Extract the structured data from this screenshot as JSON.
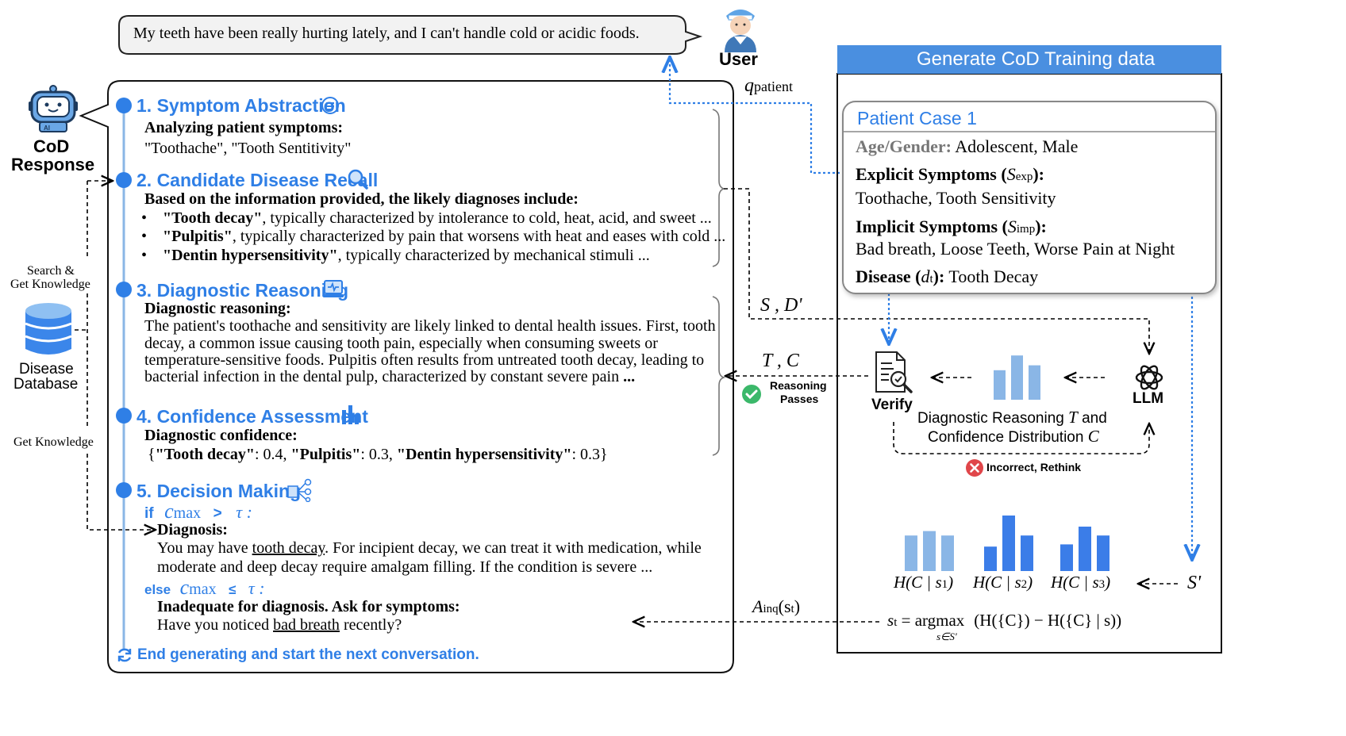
{
  "user": {
    "query": "My teeth have been really hurting lately, and I can't handle cold or acidic foods.",
    "label": "User",
    "q_label": "q",
    "q_sub": "patient"
  },
  "cod": {
    "label_line1": "CoD",
    "label_line2": "Response"
  },
  "database": {
    "search_label_1": "Search &",
    "search_label_2": "Get Knowledge",
    "label_line1": "Disease",
    "label_line2": "Database",
    "get_knowledge": "Get Knowledge"
  },
  "steps": {
    "s1": {
      "title": "1. Symptom Abstraction",
      "heading": "Analyzing patient symptoms:",
      "body": "\"Toothache\", \"Tooth Sentitivity\""
    },
    "s2": {
      "title": "2. Candidate Disease Recall",
      "heading": "Based on the information provided, the likely diagnoses include:",
      "items": [
        {
          "name": "\"Tooth decay\"",
          "text": ", typically characterized by intolerance to cold, heat, acid, and sweet ..."
        },
        {
          "name": "\"Pulpitis\"",
          "text": ", typically characterized by pain that worsens with heat and eases with cold ..."
        },
        {
          "name": "\"Dentin hypersensitivity\"",
          "text": ", typically characterized by mechanical stimuli ..."
        }
      ]
    },
    "s3": {
      "title": "3. Diagnostic Reasoning",
      "heading": "Diagnostic reasoning:",
      "lines": [
        "The patient's toothache and sensitivity are likely linked to dental health issues. First, tooth",
        "decay, a common issue causing tooth pain, especially when consuming sweets or",
        "temperature-sensitive foods. Pulpitis often results from untreated tooth decay, leading to",
        "bacterial infection in the dental pulp, characterized by constant severe pain"
      ],
      "ellipsis": "..."
    },
    "s4": {
      "title": "4. Confidence Assessment",
      "heading": "Diagnostic confidence:",
      "open": "{",
      "k1": "\"Tooth decay\"",
      "v1": ": 0.4, ",
      "k2": "\"Pulpitis\"",
      "v2": ": 0.3, ",
      "k3": "\"Dentin hypersensitivity\"",
      "v3": ": 0.3}"
    },
    "s5": {
      "title": "5. Decision Making",
      "if_kw": "if",
      "else_kw": "else",
      "c": "c",
      "c_sub": "max",
      "gt": ">",
      "le": "≤",
      "tau": "τ :",
      "diag_heading": "Diagnosis:",
      "diag_l1_a": "You may have ",
      "diag_l1_u": "tooth decay",
      "diag_l1_b": ". For incipient decay, we can treat it with medication, while",
      "diag_l2": "moderate and deep decay require amalgam filling. If the condition is severe ...",
      "inad_heading": "Inadequate for diagnosis. Ask for symptoms:",
      "ask_a": "Have you noticed ",
      "ask_u": "bad breath",
      "ask_b": " recently?"
    },
    "end": "End generating and start the next conversation."
  },
  "training": {
    "header": "Generate CoD Training data",
    "case_title": "Patient Case 1",
    "age_label": "Age/Gender:",
    "age_value": " Adolescent, Male",
    "explicit_label": "Explicit Symptoms (",
    "explicit_sym": "S",
    "explicit_sub": "exp",
    "explicit_close": "):",
    "explicit_value": "Toothache, Tooth Sensitivity",
    "implicit_label": "Implicit Symptoms (",
    "implicit_sym": "S",
    "implicit_sub": "imp",
    "implicit_close": "):",
    "implicit_value": "Bad breath, Loose Teeth, Worse Pain at Night",
    "disease_label": "Disease (",
    "disease_sym": "d",
    "disease_sub": "t",
    "disease_close": "):",
    "disease_value": " Tooth Decay"
  },
  "flow": {
    "sd_label": "S , D'",
    "tc_label": "T , C",
    "reasoning_passes_1": "Reasoning",
    "reasoning_passes_2": "Passes",
    "verify": "Verify",
    "llm": "LLM",
    "diag_line1_a": "Diagnostic Reasoning ",
    "diag_line1_sym": "T",
    "diag_line1_b": " and",
    "diag_line2_a": "Confidence Distribution ",
    "diag_line2_sym": "C",
    "incorrect": "Incorrect, Rethink",
    "h1": "H(C | s",
    "h1_sub": "1",
    "h2_sub": "2",
    "h3_sub": "3",
    "h_close": ")",
    "s_prime": "S'",
    "a_inq": "A",
    "a_inq_sub": "inq",
    "a_inq_arg": "(s",
    "a_inq_arg_sub": "t",
    "a_inq_close": ")",
    "formula_left": "s",
    "formula_left_sub": "t",
    "formula_eq": " = argmax",
    "formula_under": "s∈S'",
    "formula_right": "(H({C}) − H({C} | s))"
  },
  "bar_groups": [
    {
      "name": "H(C|s1)",
      "values": [
        0.8,
        0.9,
        0.8
      ],
      "color": "#8ab6e6"
    },
    {
      "name": "H(C|s2)",
      "values": [
        0.55,
        1.25,
        0.8
      ],
      "color": "#3b7de8"
    },
    {
      "name": "H(C|s3)",
      "values": [
        0.6,
        1.0,
        0.8
      ],
      "color": "#3b7de8"
    }
  ],
  "llm_bars": {
    "values": [
      0.6,
      0.9,
      0.7
    ],
    "color": "#8ab6e6"
  },
  "colors": {
    "accent": "#2f7fe6",
    "header_bg": "#4a8fe0",
    "green": "#3bb86a",
    "red": "#e0464a"
  }
}
